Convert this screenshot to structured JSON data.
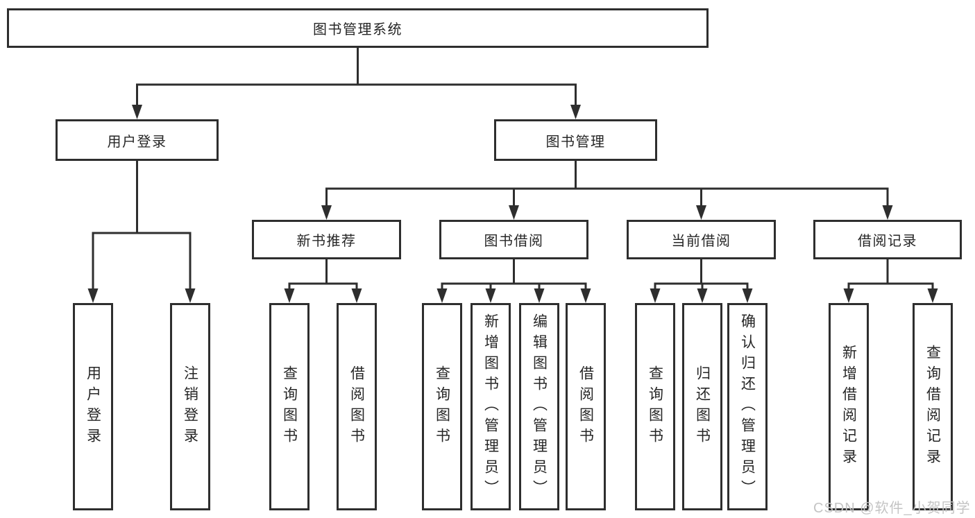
{
  "tree": {
    "label": "图书管理系统",
    "children": [
      {
        "label": "用户登录",
        "children": [
          {
            "label": "用户登录"
          },
          {
            "label": "注销登录"
          }
        ]
      },
      {
        "label": "图书管理",
        "children": [
          {
            "label": "新书推荐",
            "children": [
              {
                "label": "查询图书"
              },
              {
                "label": "借阅图书"
              }
            ]
          },
          {
            "label": "图书借阅",
            "children": [
              {
                "label": "查询图书"
              },
              {
                "label": "新增图书（管理员）"
              },
              {
                "label": "编辑图书（管理员）"
              },
              {
                "label": "借阅图书"
              }
            ]
          },
          {
            "label": "当前借阅",
            "children": [
              {
                "label": "查询图书"
              },
              {
                "label": "归还图书"
              },
              {
                "label": "确认归还（管理员）"
              }
            ]
          },
          {
            "label": "借阅记录",
            "children": [
              {
                "label": "新增借阅记录"
              },
              {
                "label": "查询借阅记录"
              }
            ]
          }
        ]
      }
    ]
  },
  "watermark": "CSDN @软件_小贺同学",
  "colors": {
    "line": "#2e2e2e",
    "text": "#262626",
    "background": "#ffffff",
    "watermark": "#c4c4c4"
  }
}
